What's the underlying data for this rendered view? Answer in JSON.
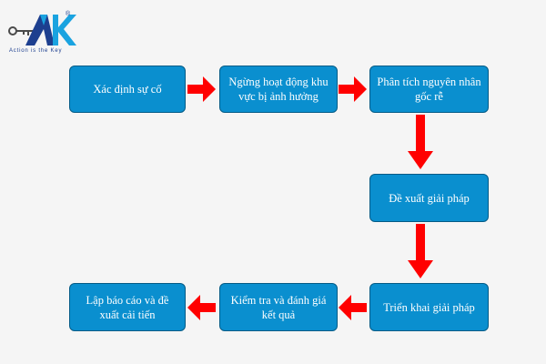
{
  "logo": {
    "brand": "AK",
    "registered": "®",
    "tagline": "Action is the Key",
    "colors": {
      "dark": "#1d3f8f",
      "accent": "#1aa3e0",
      "key": "#4a4a4a"
    },
    "icon": "key-icon"
  },
  "diagram": {
    "type": "flowchart",
    "colors": {
      "node_fill": "#0a8fcf",
      "node_border": "#045b86",
      "text": "#ffffff",
      "arrow": "#ff0000"
    },
    "nodes": [
      {
        "id": "n1",
        "label": "Xác định sự cố"
      },
      {
        "id": "n2",
        "label": "Ngừng hoạt động khu vực bị ảnh hưởng"
      },
      {
        "id": "n3",
        "label": "Phân tích nguyên nhân gốc rễ"
      },
      {
        "id": "n4",
        "label": "Đề xuất giải pháp"
      },
      {
        "id": "n5",
        "label": "Triển khai giải pháp"
      },
      {
        "id": "n6",
        "label": "Kiểm tra và đánh giá kết quả"
      },
      {
        "id": "n7",
        "label": "Lập báo cáo và đề xuất cải tiến"
      }
    ],
    "edges": [
      {
        "from": "n1",
        "to": "n2"
      },
      {
        "from": "n2",
        "to": "n3"
      },
      {
        "from": "n3",
        "to": "n4"
      },
      {
        "from": "n4",
        "to": "n5"
      },
      {
        "from": "n5",
        "to": "n6"
      },
      {
        "from": "n6",
        "to": "n7"
      }
    ]
  }
}
